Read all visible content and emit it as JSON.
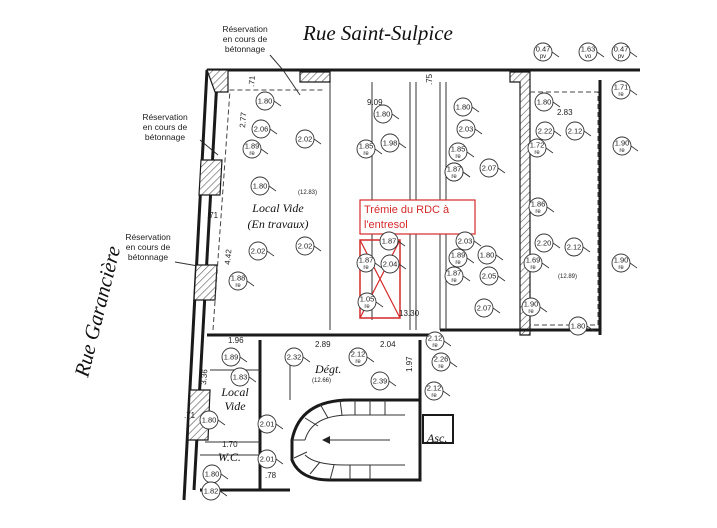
{
  "streets": {
    "north": "Rue Saint-Sulpice",
    "west": "Rue Garancière"
  },
  "notes": [
    {
      "lines": [
        "Réservation",
        "en cours de",
        "bétonnage"
      ]
    },
    {
      "lines": [
        "Réservation",
        "en cours de",
        "bétonnage"
      ]
    },
    {
      "lines": [
        "Réservation",
        "en cours de",
        "bétonnage"
      ]
    }
  ],
  "rooms": {
    "local_vide_travaux": [
      "Local Vide",
      "(En travaux)"
    ],
    "local_vide_small": [
      "Local",
      "Vide"
    ],
    "degt": "Dégt.",
    "wc": "W.C.",
    "asc": "Asc."
  },
  "red_label": [
    "Trémie du RDC à",
    "l'entresol"
  ],
  "levels": [
    "(12.83)",
    "(12.89)",
    "(12.66)"
  ],
  "dimensions": [
    "9.09",
    "2.83",
    "13.30",
    "2.89",
    "2.04",
    "1.96",
    "1.70",
    "2.77",
    ".71",
    "4.42",
    ".71",
    ".71",
    ".75",
    "3.36",
    "1.97",
    ".78"
  ],
  "ceiling_heights": [
    {
      "v": "0.47",
      "s": "pv"
    },
    {
      "v": "1.63",
      "s": "vo"
    },
    {
      "v": "0.47",
      "s": "pv"
    },
    {
      "v": "1.71",
      "s": "re"
    },
    {
      "v": "1.80",
      "s": ""
    },
    {
      "v": "1.80",
      "s": ""
    },
    {
      "v": "1.80",
      "s": ""
    },
    {
      "v": "1.80",
      "s": ""
    },
    {
      "v": "2.06",
      "s": ""
    },
    {
      "v": "1.89",
      "s": "re"
    },
    {
      "v": "2.02",
      "s": ""
    },
    {
      "v": "1.85",
      "s": "re"
    },
    {
      "v": "1.98",
      "s": ""
    },
    {
      "v": "2.03",
      "s": ""
    },
    {
      "v": "1.85",
      "s": "re"
    },
    {
      "v": "2.22",
      "s": ""
    },
    {
      "v": "1.72",
      "s": "re"
    },
    {
      "v": "2.12",
      "s": ""
    },
    {
      "v": "1.90",
      "s": "re"
    },
    {
      "v": "1.86",
      "s": "re"
    },
    {
      "v": "1.87",
      "s": "re"
    },
    {
      "v": "2.07",
      "s": ""
    },
    {
      "v": "1.80",
      "s": ""
    },
    {
      "v": "1.86",
      "s": "re"
    },
    {
      "v": "2.02",
      "s": ""
    },
    {
      "v": "1.88",
      "s": "re"
    },
    {
      "v": "2.02",
      "s": ""
    },
    {
      "v": "1.87",
      "s": "re"
    },
    {
      "v": "2.04",
      "s": ""
    },
    {
      "v": "1.87",
      "s": ""
    },
    {
      "v": "2.03",
      "s": ""
    },
    {
      "v": "1.89",
      "s": "re"
    },
    {
      "v": "1.87",
      "s": "re"
    },
    {
      "v": "2.05",
      "s": ""
    },
    {
      "v": "1.80",
      "s": ""
    },
    {
      "v": "1.69",
      "s": "re"
    },
    {
      "v": "2.20",
      "s": ""
    },
    {
      "v": "2.12",
      "s": ""
    },
    {
      "v": "1.90",
      "s": "re"
    },
    {
      "v": "1.90",
      "s": "re"
    },
    {
      "v": "1.80",
      "s": ""
    },
    {
      "v": "1.05",
      "s": "re"
    },
    {
      "v": "2.07",
      "s": ""
    },
    {
      "v": "1.89",
      "s": ""
    },
    {
      "v": "2.32",
      "s": ""
    },
    {
      "v": "1.83",
      "s": ""
    },
    {
      "v": "2.12",
      "s": "re"
    },
    {
      "v": "2.39",
      "s": ""
    },
    {
      "v": "2.12",
      "s": "re"
    },
    {
      "v": "2.26",
      "s": "re"
    },
    {
      "v": "2.12",
      "s": "re"
    },
    {
      "v": "1.80",
      "s": ""
    },
    {
      "v": "2.01",
      "s": ""
    },
    {
      "v": "1.80",
      "s": ""
    },
    {
      "v": "2.01",
      "s": ""
    },
    {
      "v": "1.82",
      "s": ""
    }
  ]
}
